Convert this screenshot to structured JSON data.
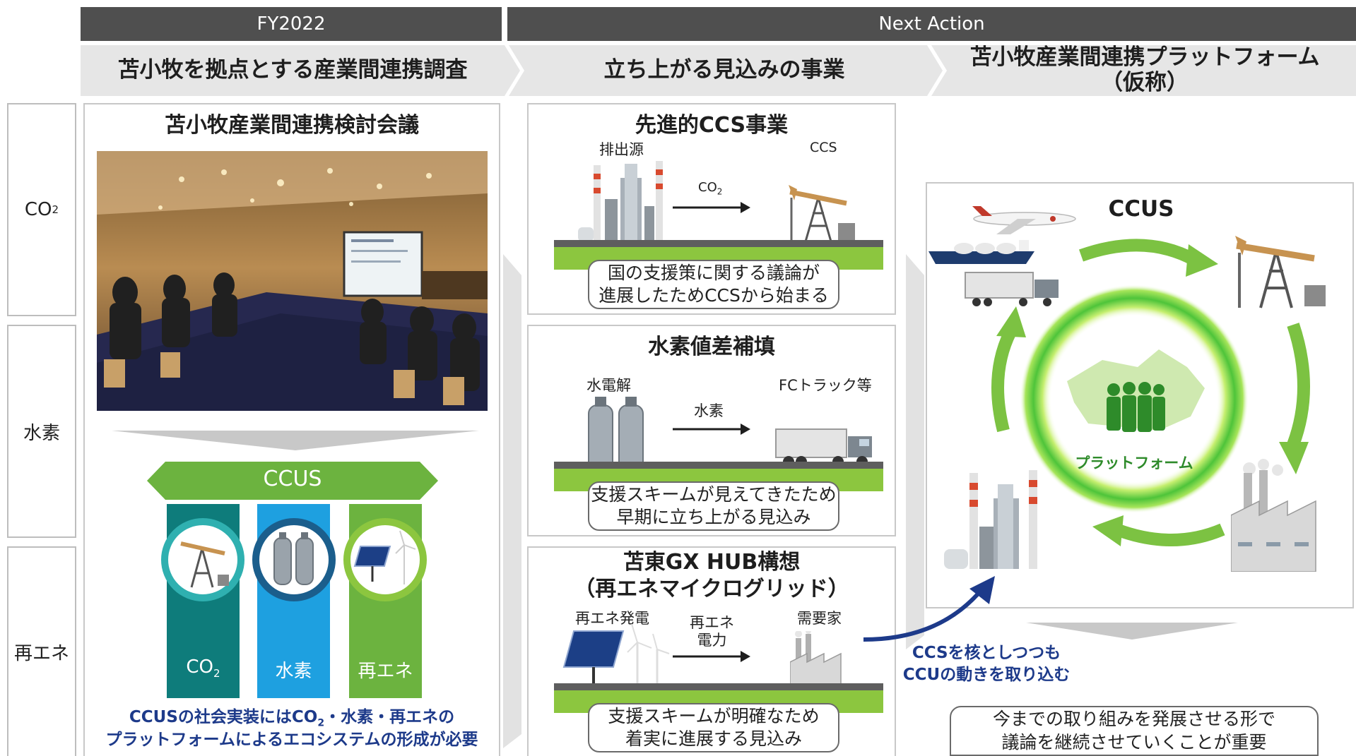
{
  "header": {
    "fy_label": "FY2022",
    "next_label": "Next Action",
    "step1": "苫小牧を拠点とする産業間連携調査",
    "step2": "立ち上がる見込みの事業",
    "step3_line1": "苫小牧産業間連携プラットフォーム",
    "step3_line2": "（仮称）"
  },
  "rows": {
    "co2_main": "CO",
    "co2_sub": "2",
    "hydrogen": "水素",
    "renewable": "再エネ"
  },
  "left_panel": {
    "title": "苫小牧産業間連携検討会議",
    "ccus_banner": "CCUS",
    "pillar1_main": "CO",
    "pillar1_sub": "2",
    "pillar2": "水素",
    "pillar3": "再エネ",
    "caption_line1_a": "CCUSの社会実装にはCO",
    "caption_line1_sub": "2",
    "caption_line1_b": "・水素・再エネの",
    "caption_line2": "プラットフォームによるエコシステムの形成が必要"
  },
  "ccs_panel": {
    "title": "先進的CCS事業",
    "source_label": "排出源",
    "dest_label": "CCS",
    "arrow_main": "CO",
    "arrow_sub": "2",
    "note_line1": "国の支援策に関する議論が",
    "note_line2": "進展したためCCSから始まる"
  },
  "h2_panel": {
    "title": "水素値差補填",
    "source_label": "水電解",
    "dest_label": "FCトラック等",
    "arrow_label": "水素",
    "note_line1": "支援スキームが見えてきたため",
    "note_line2": "早期に立ち上がる見込み"
  },
  "gx_panel": {
    "title_line1": "苫東GX HUB構想",
    "title_line2": "（再エネマイクログリッド）",
    "source_label": "再エネ発電",
    "arrow_label_line1": "再エネ",
    "arrow_label_line2": "電力",
    "dest_label": "需要家",
    "note_line1": "支援スキームが明確なため",
    "note_line2": "着実に進展する見込み"
  },
  "right_panel": {
    "title": "CCUS",
    "platform_label": "プラットフォーム",
    "arrow_caption_line1": "CCSを核としつつも",
    "arrow_caption_line2": "CCUの動きを取り込む",
    "note_line1": "今までの取り組みを発展させる形で",
    "note_line2": "議論を継続させていくことが重要"
  },
  "colors": {
    "header_bg": "#4f4f4f",
    "chevron_bg": "#e6e6e6",
    "green": "#6cb33f",
    "ccus_green": "#7cc242",
    "teal": "#0e7c7b",
    "blue": "#1ea0e0",
    "navy": "#1d3a8a"
  }
}
